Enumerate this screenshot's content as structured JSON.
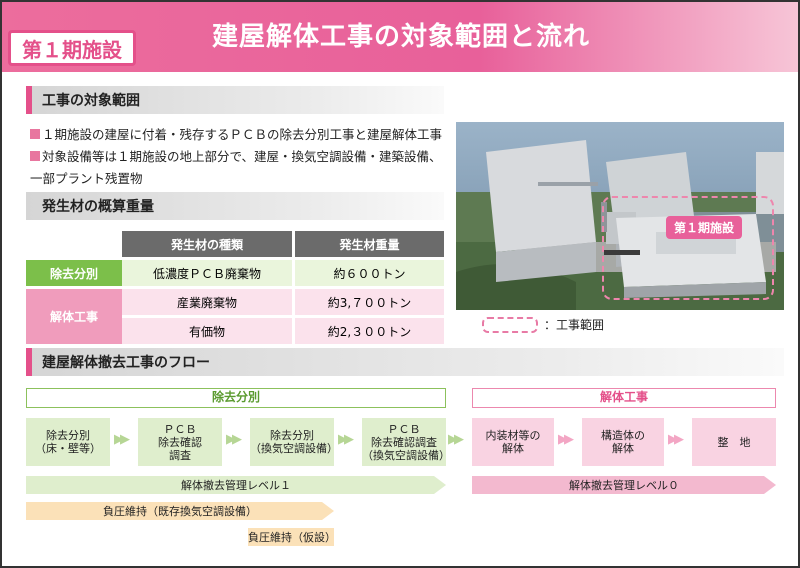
{
  "header": {
    "stage_label": "第１期施設",
    "title": "建屋解体工事の対象範囲と流れ"
  },
  "scope_section": {
    "heading": "工事の対象範囲",
    "bullets": [
      "１期施設の建屋に付着・残存するＰＣＢの除去分別工事と建屋解体工事",
      "対象設備等は１期施設の地上部分で、建屋・換気空調設備・建築設備、",
      "一部プラント残置物"
    ]
  },
  "waste_section": {
    "heading": "発生材の概算重量",
    "columns": [
      "発生材の種類",
      "発生材重量"
    ],
    "rows": [
      {
        "category": "除去分別",
        "type": "低濃度ＰＣＢ廃棄物",
        "weight": "約６００トン"
      },
      {
        "category": "解体工事",
        "type": "産業廃棄物",
        "weight": "約3,７００トン"
      },
      {
        "category": "",
        "type": "有価物",
        "weight": "約2,３００トン"
      }
    ]
  },
  "photo": {
    "overlay_label": "第１期施設",
    "legend_label": "：工事範囲"
  },
  "flow_section": {
    "heading": "建屋解体撤去工事のフロー",
    "group_removal": "除去分別",
    "group_demolition": "解体工事",
    "steps": [
      "除去分別\n（床・壁等）",
      "ＰＣＢ\n除去確認\n調査",
      "除去分別\n（換気空調設備）",
      "ＰＣＢ\n除去確認調査\n（換気空調設備）",
      "内装材等の\n解体",
      "構造体の\n解体",
      "整　地"
    ],
    "management_level_1": "解体撤去管理レベル１",
    "management_level_0": "解体撤去管理レベル０",
    "pressure_existing": "負圧維持（既存換気空調設備）",
    "pressure_temp": "負圧維持（仮設）"
  },
  "colors": {
    "accent_pink": "#e4508a",
    "green": "#7cbf4a"
  }
}
